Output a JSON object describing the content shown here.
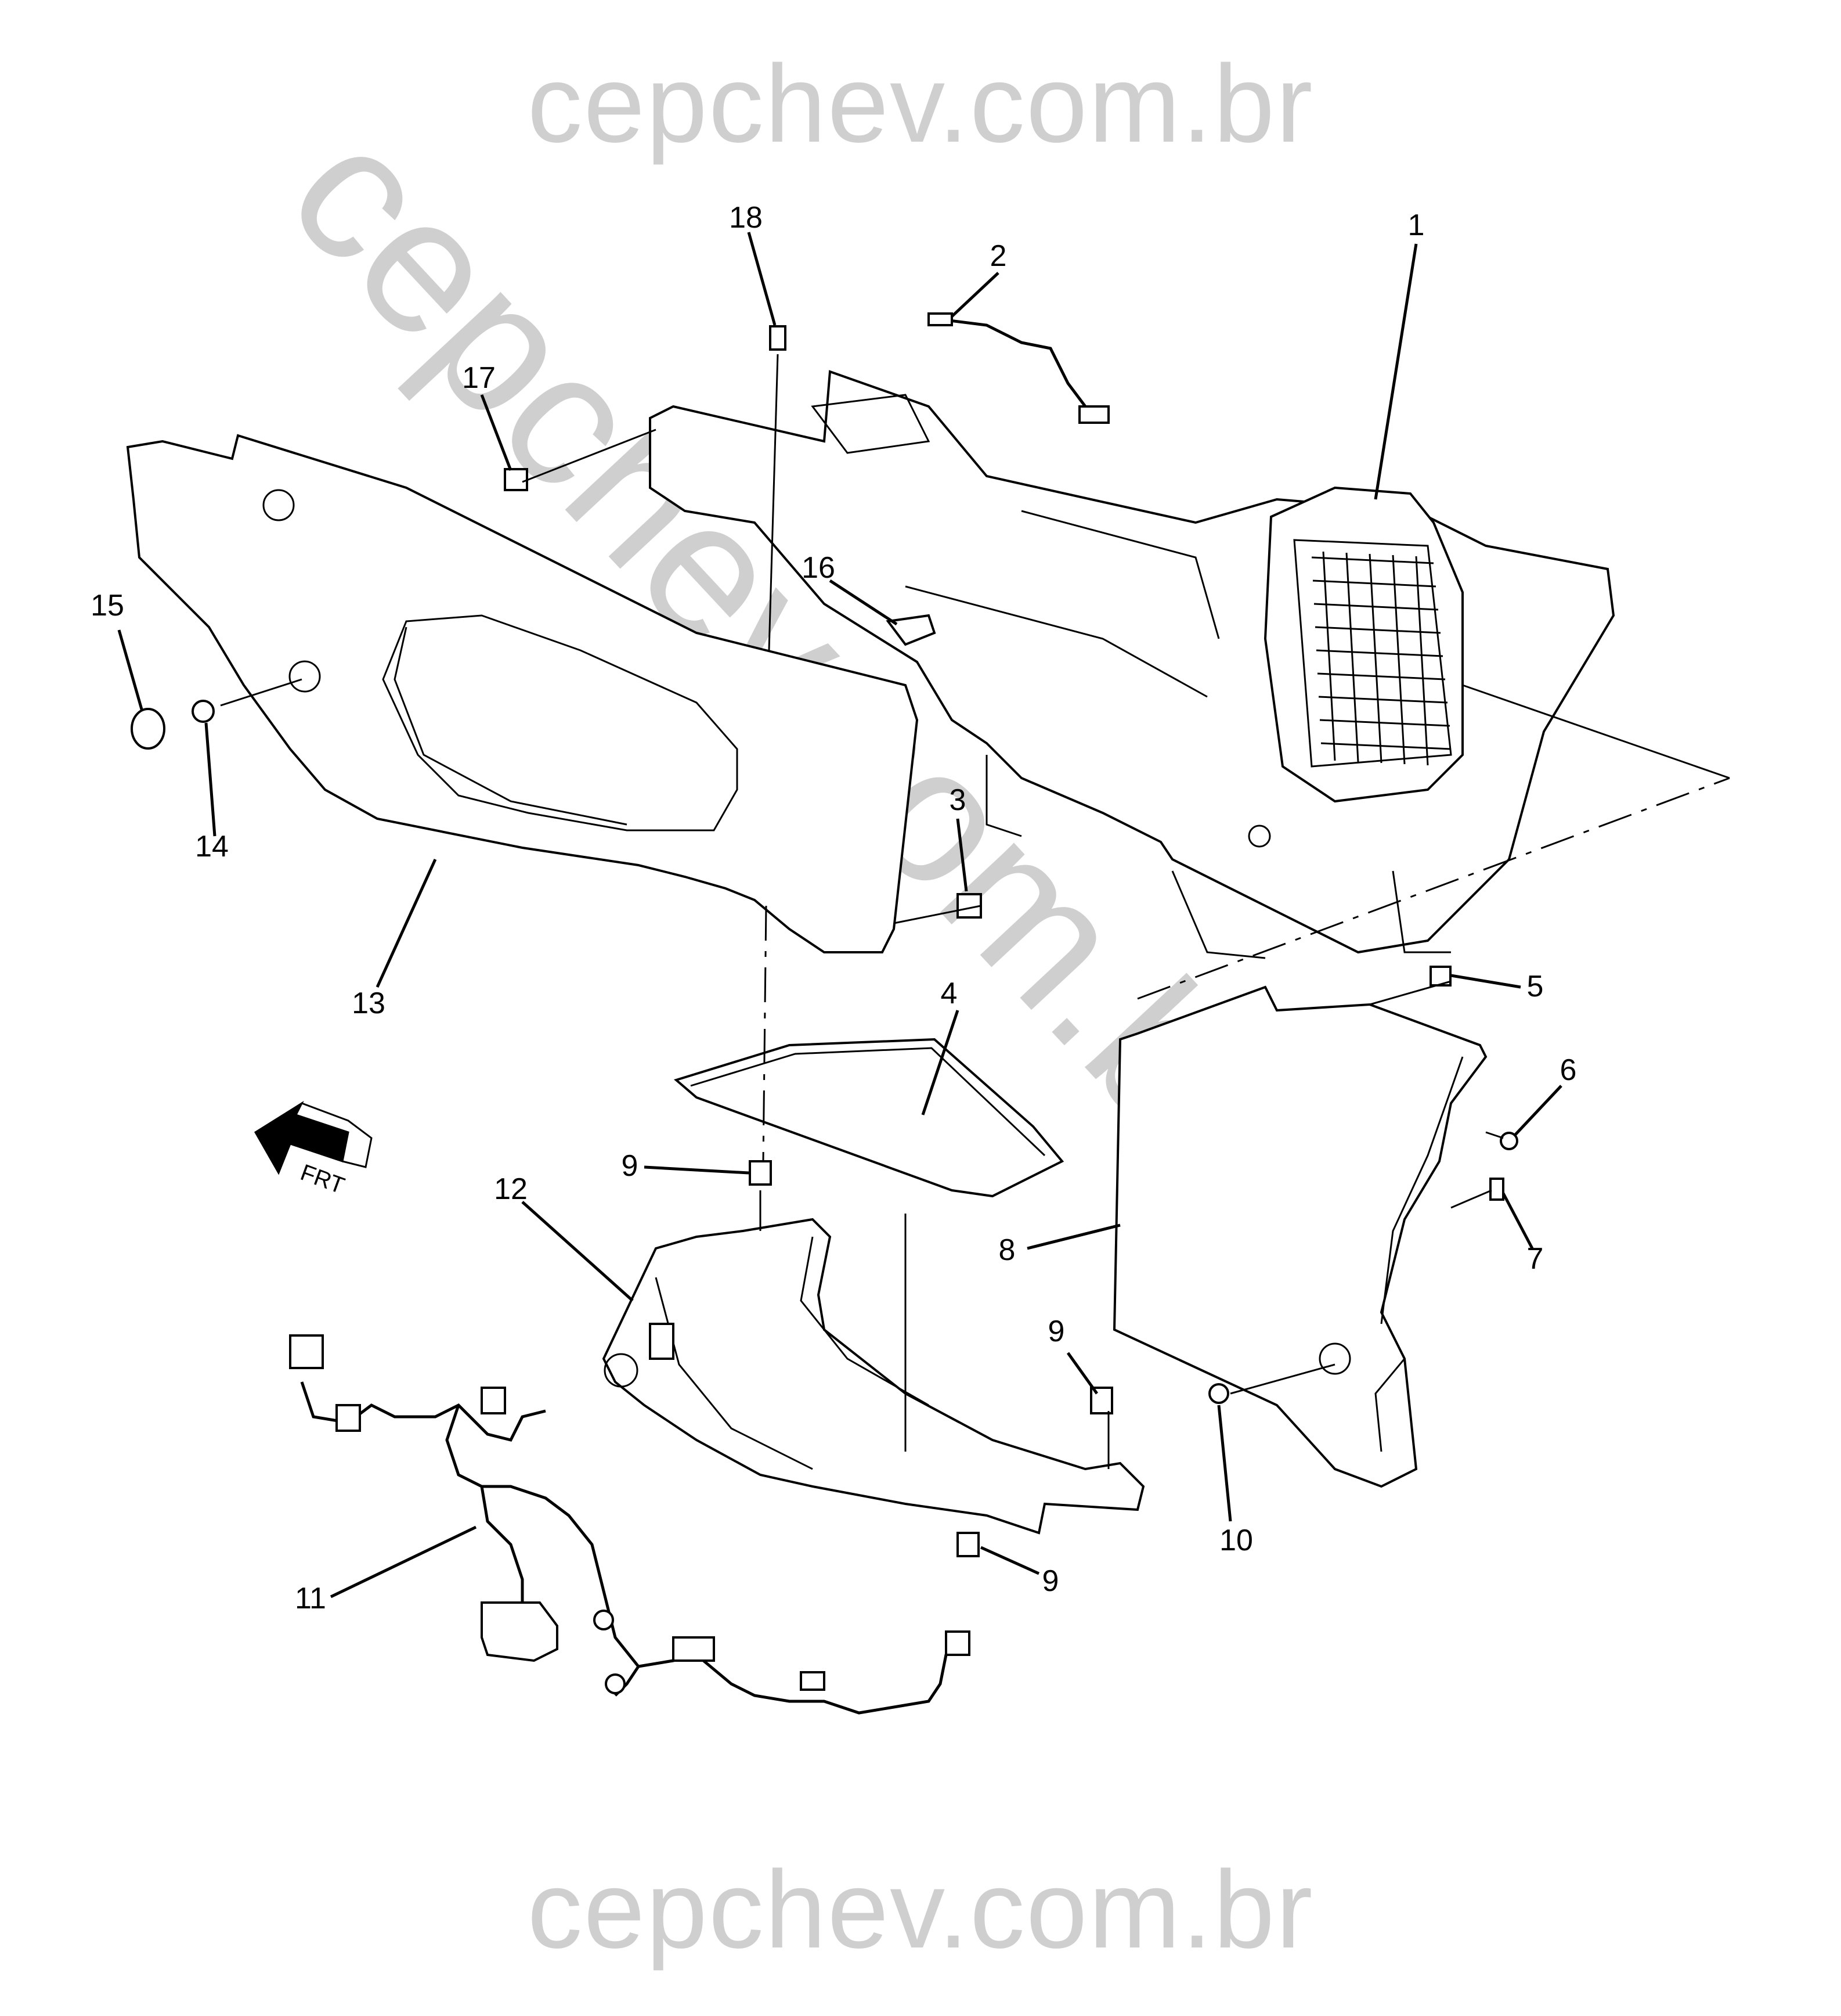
{
  "watermark": {
    "top": "cepchev.com.br",
    "bottom": "cepchev.com.br",
    "diagonal": "cepchev.com.br"
  },
  "callouts": [
    "1",
    "2",
    "3",
    "4",
    "5",
    "6",
    "7",
    "8",
    "9",
    "9",
    "9",
    "10",
    "11",
    "12",
    "13",
    "14",
    "15",
    "16",
    "17",
    "18"
  ],
  "direction_marker": {
    "text": "FRT",
    "icon": "front-arrow-icon"
  }
}
